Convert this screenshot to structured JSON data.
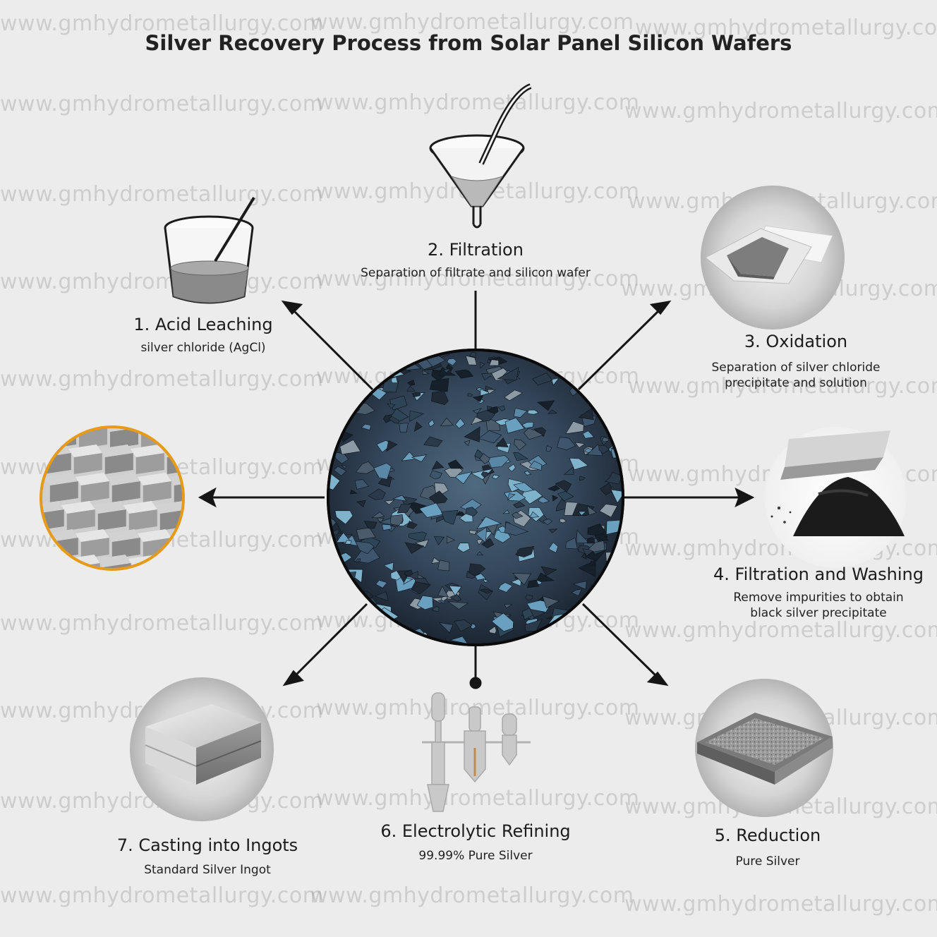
{
  "title": "Silver Recovery Process from Solar Panel Silicon Wafers",
  "watermark": "www.gmhydrometallurgy.com",
  "colors": {
    "background": "#ececec",
    "arrow": "#151515",
    "ingot_ring": "#e59a1a"
  },
  "center": {
    "icon": "silicon-wafer-fragments-photo"
  },
  "steps": [
    {
      "title": "1. Acid Leaching",
      "subtitle": [
        "silver chloride (AgCl)"
      ],
      "icon": "beaker-stirring-icon"
    },
    {
      "title": "2. Filtration",
      "subtitle": [
        "Separation of filtrate and silicon wafer"
      ],
      "icon": "funnel-icon"
    },
    {
      "title": "3.  Oxidation",
      "subtitle": [
        "Separation of silver chloride",
        "precipitate and solution"
      ],
      "icon": "silver-chloride-plate-photo"
    },
    {
      "title": "4.  Filtration and Washing",
      "subtitle": [
        "Remove impurities to obtain",
        "black silver precipitate"
      ],
      "icon": "black-silver-powder-photo"
    },
    {
      "title": "5.  Reduction",
      "subtitle": [
        "Pure Silver"
      ],
      "icon": "silver-powder-tray-photo"
    },
    {
      "title": "6.  Electrolytic Refining",
      "subtitle": [
        "99.99% Pure Silver"
      ],
      "icon": "electrolysis-apparatus-icon"
    },
    {
      "title": "7.  Casting into Ingots",
      "subtitle": [
        "Standard Silver Ingot"
      ],
      "icon": "silver-ingot-photo"
    }
  ]
}
